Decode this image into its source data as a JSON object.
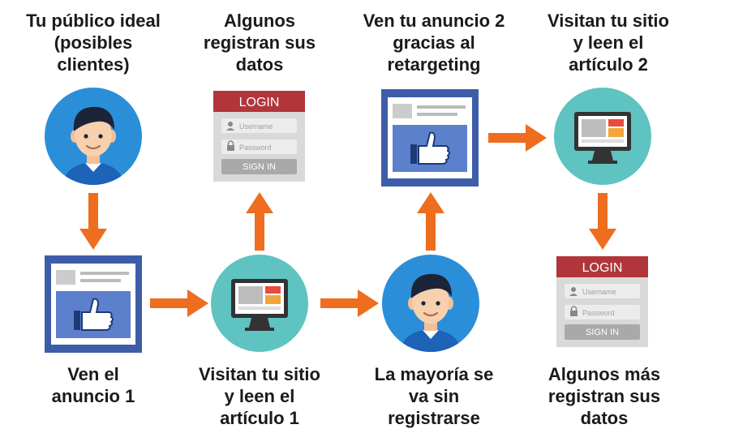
{
  "colors": {
    "arrow": "#ee6d1f",
    "circle_blue": "#2b8ed8",
    "circle_teal": "#5ec3c1",
    "ad_frame": "#3d5da8",
    "ad_panel": "#5c80cc",
    "login_header": "#b1353a",
    "login_body": "#d9d9d9",
    "monitor": "#333333"
  },
  "steps": {
    "audience": "Tu público ideal\n(posibles\nclientes)",
    "ad1": "Ven el\nanuncio 1",
    "visit1": "Visitan tu sitio\ny leen el\nartículo 1",
    "register1": "Algunos\nregistran sus\ndatos",
    "majority": "La mayoría se\nva sin\nregistrarse",
    "ad2": "Ven tu anuncio 2\ngracias al\nretargeting",
    "visit2": "Visitan tu sitio\ny leen el\nartículo 2",
    "register2": "Algunos más\nregistran sus\ndatos"
  },
  "login": {
    "title": "LOGIN",
    "username_placeholder": "Username",
    "password_placeholder": "Password",
    "button": "SIGN IN"
  },
  "icons": [
    "person-icon",
    "ad-like-icon",
    "monitor-icon",
    "login-form-icon",
    "arrow-icon"
  ]
}
